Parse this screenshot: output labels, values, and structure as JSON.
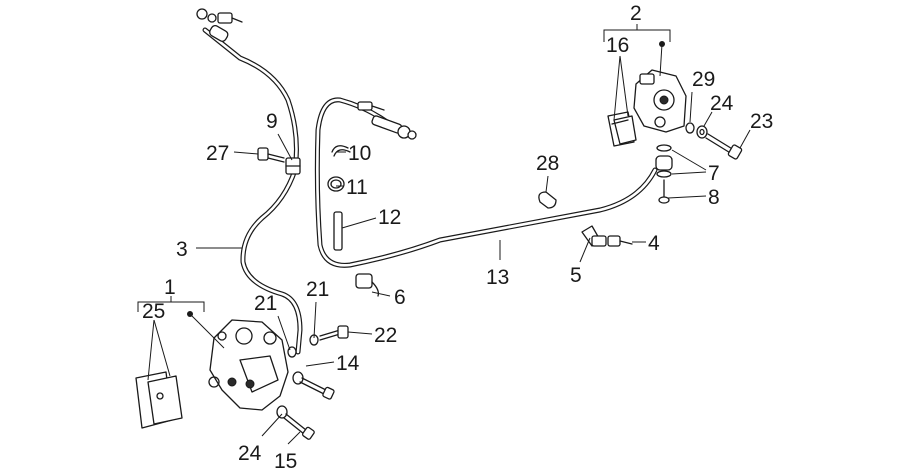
{
  "callouts": {
    "c1": "1",
    "c2": "2",
    "c3": "3",
    "c4": "4",
    "c5": "5",
    "c6": "6",
    "c7": "7",
    "c8": "8",
    "c9": "9",
    "c10": "10",
    "c11": "11",
    "c12": "12",
    "c13": "13",
    "c14": "14",
    "c15": "15",
    "c16": "16",
    "c21a": "21",
    "c21b": "21",
    "c22": "22",
    "c23": "23",
    "c24a": "24",
    "c24b": "24",
    "c25": "25",
    "c27": "27",
    "c28": "28",
    "c29": "29"
  }
}
